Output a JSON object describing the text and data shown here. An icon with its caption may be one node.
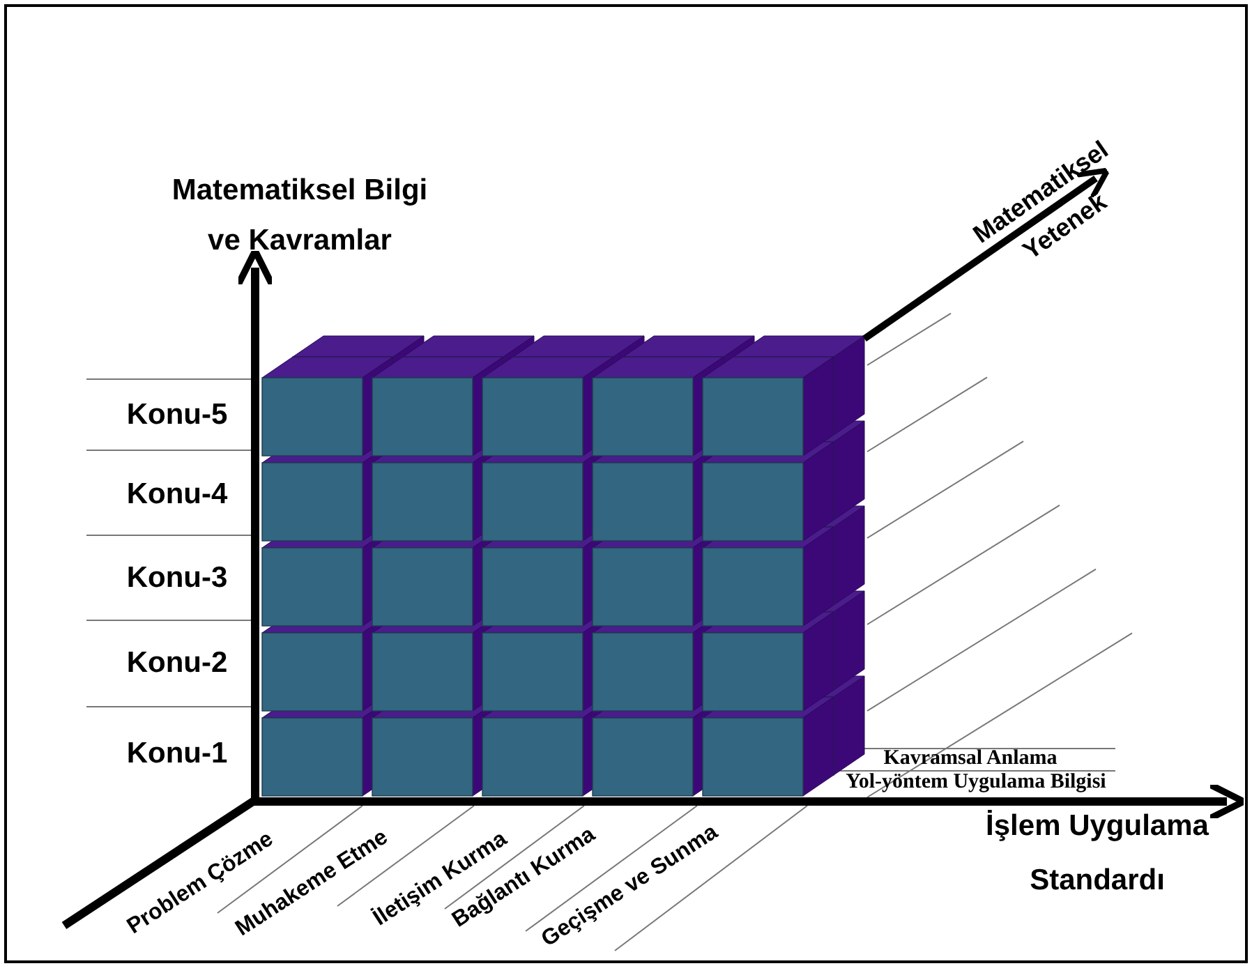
{
  "diagram": {
    "labels": [
      "Matematiksel Bilgi ve Kavramlar",
      "Matematiksel Yetenek",
      "Konu-5",
      "Konu-4",
      "Konu-3",
      "Konu-2",
      "Konu-1",
      "Kavramsal Anlama",
      "Yol-yöntem Uygulama Bilgisi",
      "Problem Çözme",
      "Muhakeme Etme",
      "İletişim Kurma",
      "Bağlantı Kurma",
      "Geçişme ve Sunma",
      "İşlem Uygulama Standardı"
    ]
  }
}
